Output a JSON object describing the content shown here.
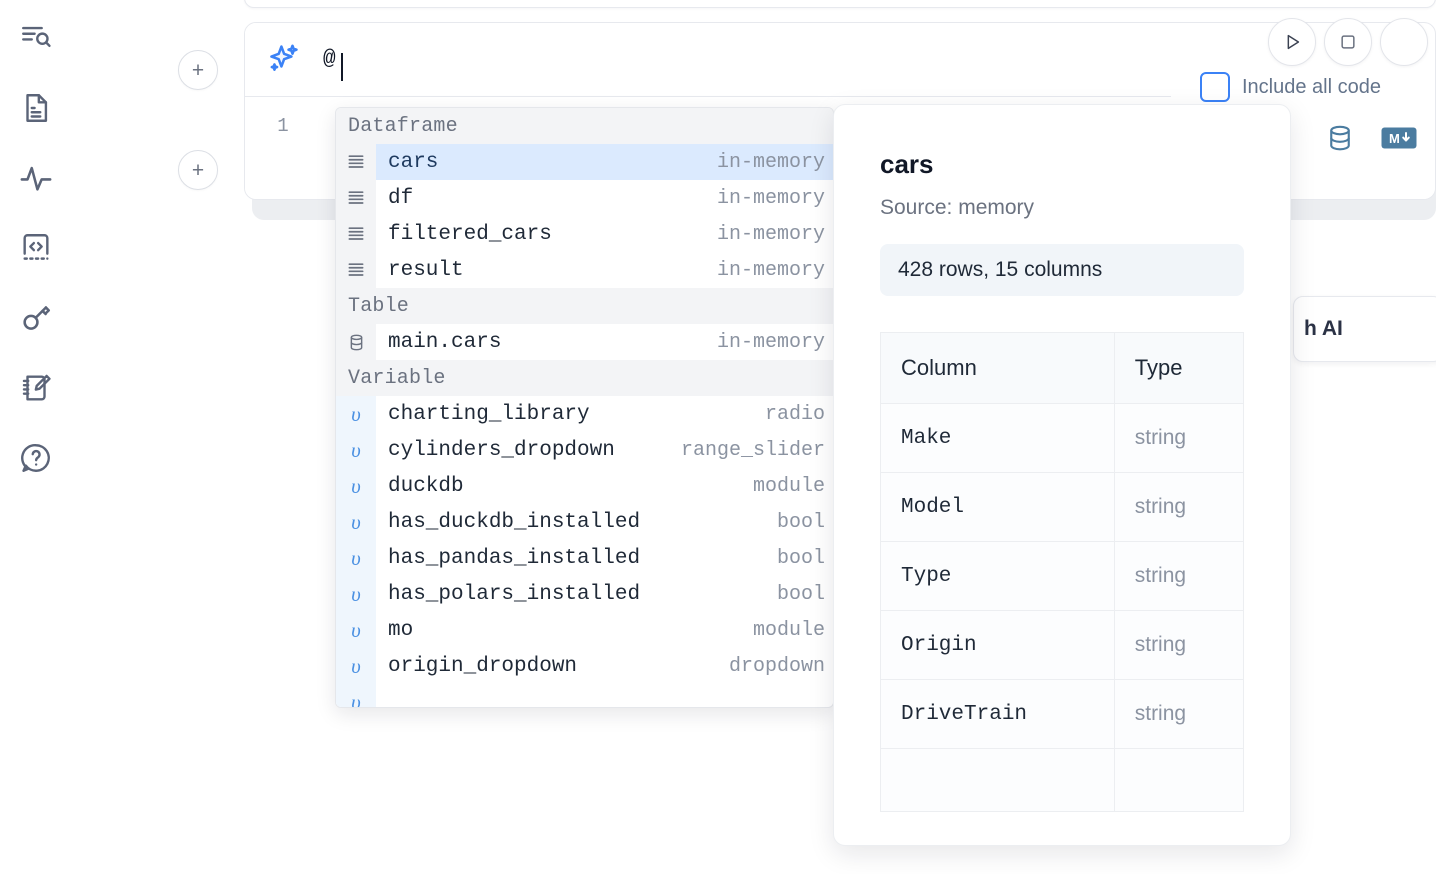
{
  "sidebar": {
    "items": [
      {
        "name": "explore-outline-icon",
        "label": "Outline"
      },
      {
        "name": "file-icon",
        "label": "Files"
      },
      {
        "name": "activity-icon",
        "label": "Activity"
      },
      {
        "name": "snippets-icon",
        "label": "Snippets"
      },
      {
        "name": "secrets-key-icon",
        "label": "Secrets"
      },
      {
        "name": "scratchpad-icon",
        "label": "Scratchpad"
      },
      {
        "name": "help-icon",
        "label": "Help"
      }
    ]
  },
  "run_controls": {
    "run_label": "Run",
    "stop_label": "Stop"
  },
  "include_all_code": {
    "label": "Include all code",
    "checked": false,
    "accent": "#3b82f6"
  },
  "ai_card": {
    "text": "h AI"
  },
  "cell": {
    "add_button_label": "+",
    "prompt_value": "@",
    "prompt_placeholder": "",
    "line_number": "1",
    "code_value": "",
    "tools": [
      {
        "name": "database-icon",
        "label": "SQL"
      },
      {
        "name": "markdown-icon",
        "label": "M↓"
      }
    ]
  },
  "autocomplete": {
    "groups": [
      {
        "label": "Dataframe",
        "icon": "dataframe-icon",
        "kind": "dataframe",
        "items": [
          {
            "name": "cars",
            "type": "in-memory",
            "selected": true
          },
          {
            "name": "df",
            "type": "in-memory",
            "selected": false
          },
          {
            "name": "filtered_cars",
            "type": "in-memory",
            "selected": false
          },
          {
            "name": "result",
            "type": "in-memory",
            "selected": false
          }
        ]
      },
      {
        "label": "Table",
        "icon": "table-database-icon",
        "kind": "table",
        "items": [
          {
            "name": "main.cars",
            "type": "in-memory",
            "selected": false
          }
        ]
      },
      {
        "label": "Variable",
        "icon": "variable-icon",
        "kind": "variable",
        "items": [
          {
            "name": "charting_library",
            "type": "radio",
            "selected": false
          },
          {
            "name": "cylinders_dropdown",
            "type": "range_slider",
            "selected": false
          },
          {
            "name": "duckdb",
            "type": "module",
            "selected": false
          },
          {
            "name": "has_duckdb_installed",
            "type": "bool",
            "selected": false
          },
          {
            "name": "has_pandas_installed",
            "type": "bool",
            "selected": false
          },
          {
            "name": "has_polars_installed",
            "type": "bool",
            "selected": false
          },
          {
            "name": "mo",
            "type": "module",
            "selected": false
          },
          {
            "name": "origin_dropdown",
            "type": "dropdown",
            "selected": false
          }
        ]
      }
    ]
  },
  "preview": {
    "title": "cars",
    "source": "Source: memory",
    "shape": "428 rows, 15 columns",
    "columns_header": "Column",
    "type_header": "Type",
    "rows": [
      {
        "column": "Make",
        "type": "string"
      },
      {
        "column": "Model",
        "type": "string"
      },
      {
        "column": "Type",
        "type": "string"
      },
      {
        "column": "Origin",
        "type": "string"
      },
      {
        "column": "DriveTrain",
        "type": "string"
      }
    ]
  }
}
